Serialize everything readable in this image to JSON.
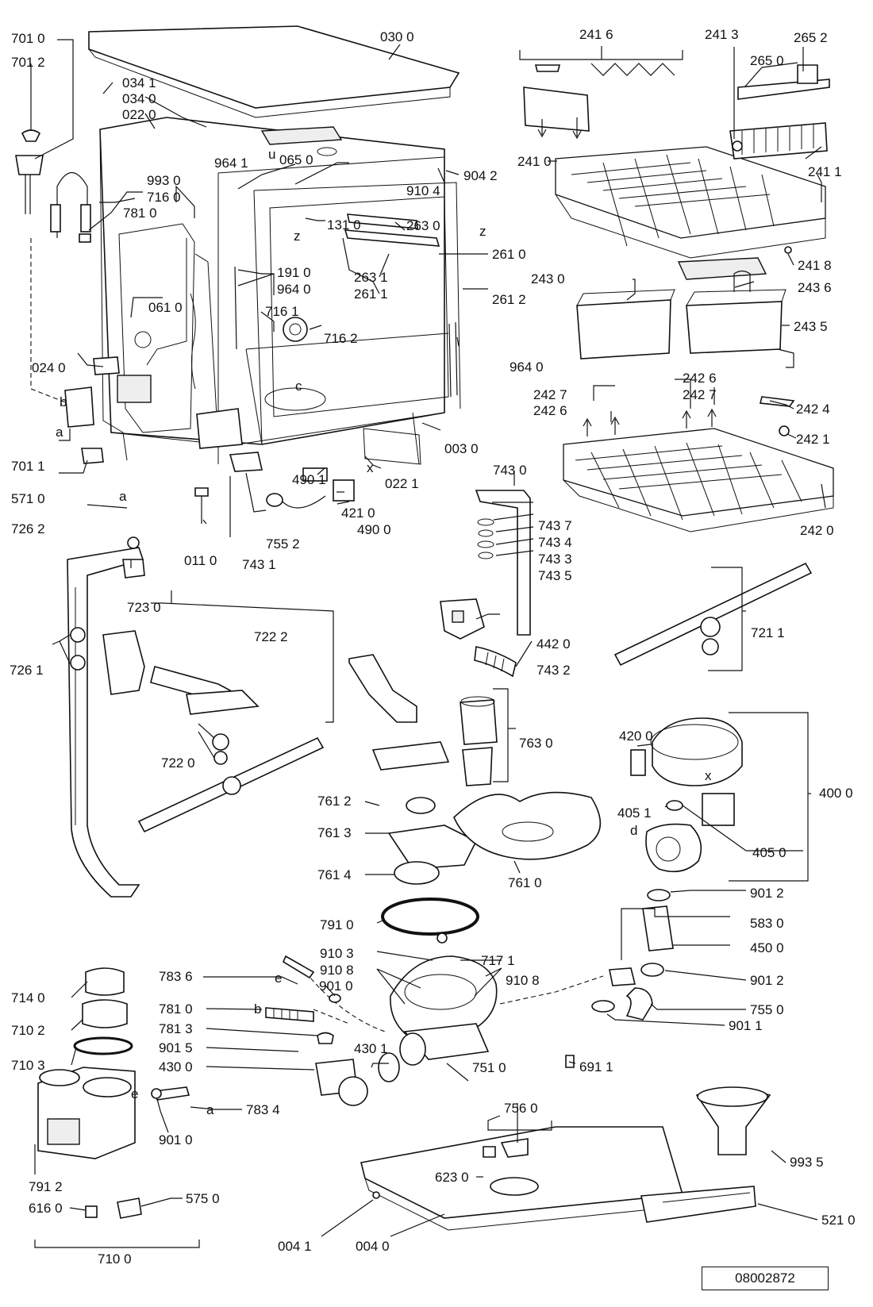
{
  "document_number": "08002872",
  "parts": {
    "p701_0": "701 0",
    "p701_2": "701 2",
    "p034_1": "034 1",
    "p034_0": "034 0",
    "p022_0": "022 0",
    "p030_0": "030 0",
    "p241_6": "241 6",
    "p241_3": "241 3",
    "p265_2": "265 2",
    "p265_0": "265 0",
    "p241_0": "241 0",
    "p904_2": "904 2",
    "p241_1": "241 1",
    "p993_0": "993 0",
    "p964_1": "964 1",
    "p065_0": "065 0",
    "p716_0": "716 0",
    "p781_0": "781 0",
    "p910_4": "910 4",
    "p263_0": "263 0",
    "p131_0": "131 0",
    "z": "z",
    "u": "u",
    "p261_0": "261 0",
    "p241_8": "241 8",
    "p243_0": "243 0",
    "p243_6": "243 6",
    "p191_0": "191 0",
    "p263_1": "263 1",
    "p261_1": "261 1",
    "p964_0": "964 0",
    "p261_2": "261 2",
    "p061_0": "061 0",
    "p716_1": "716 1",
    "p716_2": "716 2",
    "p243_5": "243 5",
    "p024_0": "024 0",
    "p242_6": "242 6",
    "p242_7": "242 7",
    "c": "c",
    "b": "b",
    "a": "a",
    "x": "x",
    "d": "d",
    "e": "e",
    "p242_4": "242 4",
    "p701_1": "701 1",
    "p003_0": "003 0",
    "p242_1": "242 1",
    "p490_1": "490 1",
    "p743_0": "743 0",
    "p571_0": "571 0",
    "p022_1": "022 1",
    "p421_0": "421 0",
    "p490_0": "490 0",
    "p242_0": "242 0",
    "p743_7": "743 7",
    "p726_2": "726 2",
    "p755_2": "755 2",
    "p743_4": "743 4",
    "p011_0": "011 0",
    "p743_1": "743 1",
    "p743_3": "743 3",
    "p743_5": "743 5",
    "p723_0": "723 0",
    "p722_2": "722 2",
    "p721_1": "721 1",
    "p442_0": "442 0",
    "p726_1": "726 1",
    "p743_2": "743 2",
    "p763_0": "763 0",
    "p420_0": "420 0",
    "p722_0": "722 0",
    "p400_0": "400 0",
    "p761_2": "761 2",
    "p405_1": "405 1",
    "p761_3": "761 3",
    "p405_0": "405 0",
    "p761_4": "761 4",
    "p761_0": "761 0",
    "p901_2": "901 2",
    "p791_0": "791 0",
    "p583_0": "583 0",
    "p450_0": "450 0",
    "p910_3": "910 3",
    "p717_1": "717 1",
    "p783_6": "783 6",
    "p910_8": "910 8",
    "p901_0": "901 0",
    "p714_0": "714 0",
    "p781_3": "781 3",
    "p755_0": "755 0",
    "p710_2": "710 2",
    "p901_1": "901 1",
    "p901_5": "901 5",
    "p430_1": "430 1",
    "p430_0": "430 0",
    "p751_0": "751 0",
    "p691_1": "691 1",
    "p710_3": "710 3",
    "p783_4": "783 4",
    "p756_0": "756 0",
    "p993_5": "993 5",
    "p623_0": "623 0",
    "p791_2": "791 2",
    "p575_0": "575 0",
    "p616_0": "616 0",
    "p521_0": "521 0",
    "p004_1": "004 1",
    "p004_0": "004 0",
    "p710_0": "710 0"
  }
}
